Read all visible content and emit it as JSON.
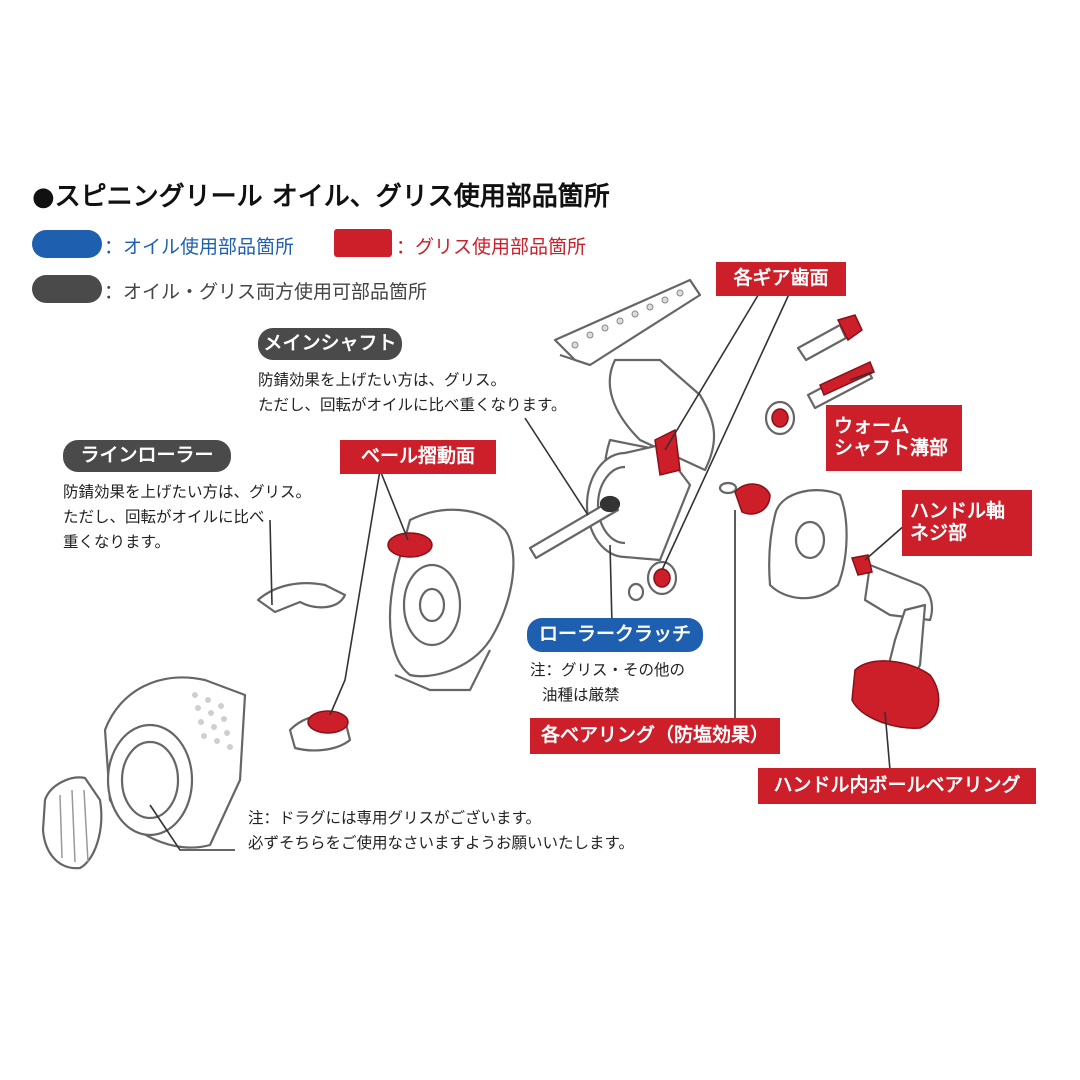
{
  "title": "●スピニングリール オイル、グリス使用部品箇所",
  "legend": {
    "oil": {
      "label": "：オイル使用部品箇所",
      "color": "#1f5fb0"
    },
    "grease": {
      "label": "：グリス使用部品箇所",
      "color": "#cc1f2a"
    },
    "both": {
      "label": "：オイル・グリス両方使用可部品箇所",
      "color": "#4a4a4a"
    }
  },
  "labels": {
    "main_shaft": "メインシャフト",
    "line_roller": "ラインローラー",
    "bail": "ベール摺動面",
    "gear": "各ギア歯面",
    "worm_line1": "ウォーム",
    "worm_line2": "シャフト溝部",
    "handle_line1": "ハンドル軸",
    "handle_line2": "ネジ部",
    "roller_clutch": "ローラークラッチ",
    "bearings": "各ベアリング（防塩効果）",
    "handle_knob": "ハンドル内ボールベアリング"
  },
  "notes": {
    "main_shaft": [
      "防錆効果を上げたい方は、グリス。",
      "ただし、回転がオイルに比べ重くなります。"
    ],
    "line_roller": [
      "防錆効果を上げたい方は、グリス。",
      "ただし、回転がオイルに比べ",
      "重くなります。"
    ],
    "roller_clutch": [
      "注：グリス・その他の",
      "油種は厳禁"
    ],
    "drag": [
      "注：ドラグには専用グリスがございます。",
      "必ずそちらをご使用なさいますようお願いいたします。"
    ]
  },
  "colors": {
    "grease": "#cc1f2a",
    "oil": "#1f5fb0",
    "both": "#4a4a4a",
    "line": "#333333"
  }
}
